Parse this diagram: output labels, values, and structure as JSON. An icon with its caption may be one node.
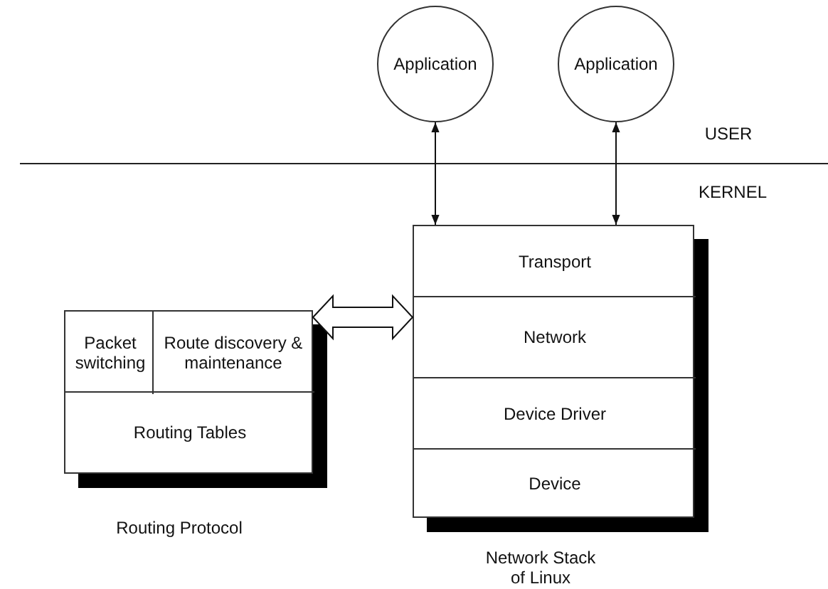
{
  "diagram": {
    "nodes": [
      {
        "text": [
          "Application"
        ]
      },
      {
        "text": [
          "Application"
        ]
      },
      {
        "text": [],
        "shape": "box",
        "beside": [
          "Routing Protocol"
        ]
      },
      {
        "text": [
          "Packet switching"
        ],
        "in": 2
      },
      {
        "text": [
          "Route discovery & maintenance"
        ],
        "in": 2
      },
      {
        "text": [
          "Routing Tables"
        ],
        "in": 2
      },
      {
        "text": [],
        "shape": "box",
        "beside": [
          "Network Stack of Linux"
        ]
      },
      {
        "text": [
          "Transport"
        ],
        "in": 6
      },
      {
        "text": [
          "Network"
        ],
        "in": 6
      },
      {
        "text": [
          "Device Driver"
        ],
        "in": 6
      },
      {
        "text": [
          "Device"
        ],
        "in": 6
      }
    ],
    "edges": [
      {
        "from": 0,
        "to": 6,
        "arrow": "both"
      },
      {
        "from": 1,
        "to": 6,
        "arrow": "both"
      },
      {
        "from": 4,
        "to": 8,
        "arrow": "both",
        "style": "thick"
      }
    ],
    "labels": [
      "USER",
      "KERNEL"
    ]
  }
}
